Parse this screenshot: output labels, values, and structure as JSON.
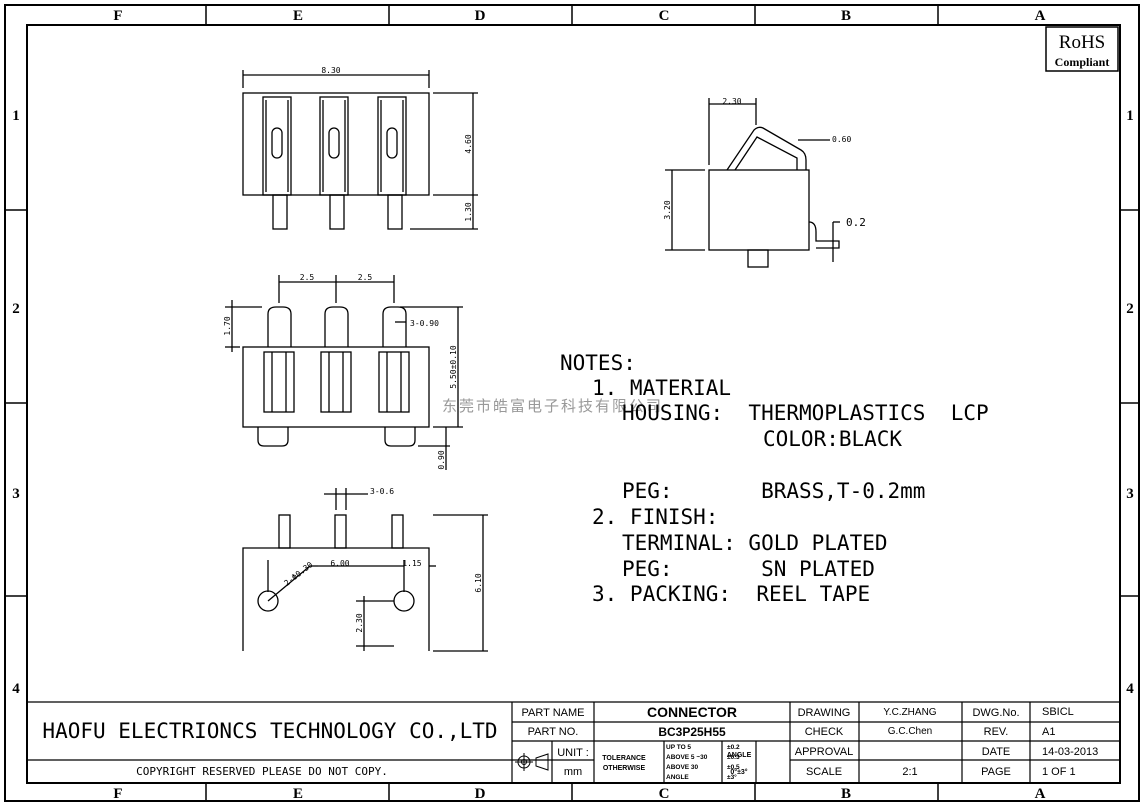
{
  "frame": {
    "columns": [
      "F",
      "E",
      "D",
      "C",
      "B",
      "A"
    ],
    "rows": [
      "1",
      "2",
      "3",
      "4"
    ]
  },
  "rohs": {
    "line1": "RoHS",
    "line2": "Compliant"
  },
  "dims": {
    "top_width": "8.30",
    "top_height": "4.60",
    "top_pin": "1.30",
    "front_pitch_a": "2.5",
    "front_pitch_b": "2.5",
    "front_top": "1.70",
    "front_pin_w": "3-0.90",
    "front_height": "5.50±0.10",
    "front_bottom": "0.90",
    "bottom_pin_w": "3-0.6",
    "bottom_hole": "2-Φ0.30",
    "bottom_span": "6.00",
    "bottom_edge": "1.15",
    "bottom_height": "6.10",
    "bottom_offset": "2.30",
    "side_width": "2.30",
    "side_thk": "0.60",
    "side_height": "3.20",
    "side_peg": "0.2"
  },
  "watermark": "东莞市皓富电子科技有限公司",
  "notes": {
    "title": "NOTES:",
    "lines": [
      "1. MATERIAL",
      "HOUSING:  THERMOPLASTICS  LCP",
      "COLOR:BLACK",
      "PEG:       BRASS,T-0.2mm",
      "2. FINISH:",
      "TERMINAL: GOLD PLATED",
      "PEG:       SN PLATED",
      "3. PACKING:  REEL TAPE"
    ]
  },
  "title_block": {
    "company": "HAOFU ELECTRIONCS TECHNOLOGY CO.,LTD",
    "copyright": "COPYRIGHT RESERVED PLEASE DO NOT COPY.",
    "part_name_label": "PART NAME",
    "part_name": "CONNECTOR",
    "part_no_label": "PART NO.",
    "part_no": "BC3P25H55",
    "unit_label": "UNIT :",
    "unit": "mm",
    "tolerance_label": "TOLERANCE",
    "otherwise_label": "OTHERWISE",
    "tol_rows": [
      {
        "range": "UP TO 5",
        "value": "±0.2"
      },
      {
        "range": "ABOVE 5 ~30",
        "value": "±0.3"
      },
      {
        "range": "ABOVE 30",
        "value": "±0.5"
      },
      {
        "range": "ANGLE",
        "value": "±3°"
      }
    ],
    "angle_label": "ANGLE",
    "angle_value": "0°±3°",
    "drawing_label": "DRAWING",
    "drawing": "Y.C.ZHANG",
    "check_label": "CHECK",
    "check": "G.C.Chen",
    "approval_label": "APPROVAL",
    "approval": "",
    "scale_label": "SCALE",
    "scale": "2:1",
    "dwg_no_label": "DWG.No.",
    "dwg_no": "SBICL",
    "rev_label": "REV.",
    "rev": "A1",
    "date_label": "DATE",
    "date": "14-03-2013",
    "page_label": "PAGE",
    "page": "1 OF 1"
  }
}
